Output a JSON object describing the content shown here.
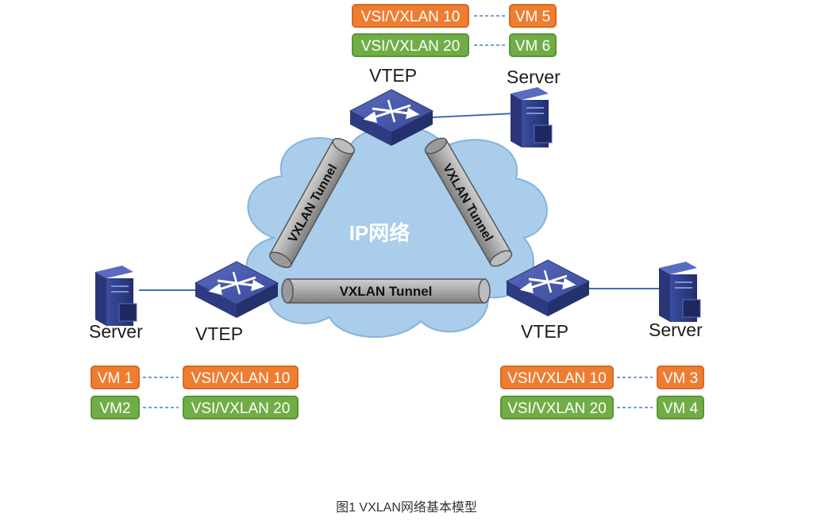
{
  "diagram": {
    "cloud_label": "IP网络",
    "tunnels": {
      "left": "VXLAN Tunnel",
      "right": "VXLAN Tunnel",
      "bottom": "VXLAN Tunnel"
    },
    "nodes": {
      "top": {
        "vtep_label": "VTEP",
        "server_label": "Server",
        "mappings": [
          {
            "vsi": "VSI/VXLAN 10",
            "vm": "VM 5"
          },
          {
            "vsi": "VSI/VXLAN 20",
            "vm": "VM 6"
          }
        ]
      },
      "left": {
        "vtep_label": "VTEP",
        "server_label": "Server",
        "mappings": [
          {
            "vm": "VM 1",
            "vsi": "VSI/VXLAN 10"
          },
          {
            "vm": "VM2",
            "vsi": "VSI/VXLAN 20"
          }
        ]
      },
      "right": {
        "vtep_label": "VTEP",
        "server_label": "Server",
        "mappings": [
          {
            "vsi": "VSI/VXLAN 10",
            "vm": "VM 3"
          },
          {
            "vsi": "VSI/VXLAN 20",
            "vm": "VM 4"
          }
        ]
      }
    },
    "caption": "图1 VXLAN网络基本模型",
    "colors": {
      "vni10": "#ef7d31",
      "vni20": "#70ad47",
      "cloud": "#a9cdea",
      "switch": "#3d4e9c",
      "tunnel": "#a8a8a8",
      "link": "#3f6fb5"
    }
  }
}
